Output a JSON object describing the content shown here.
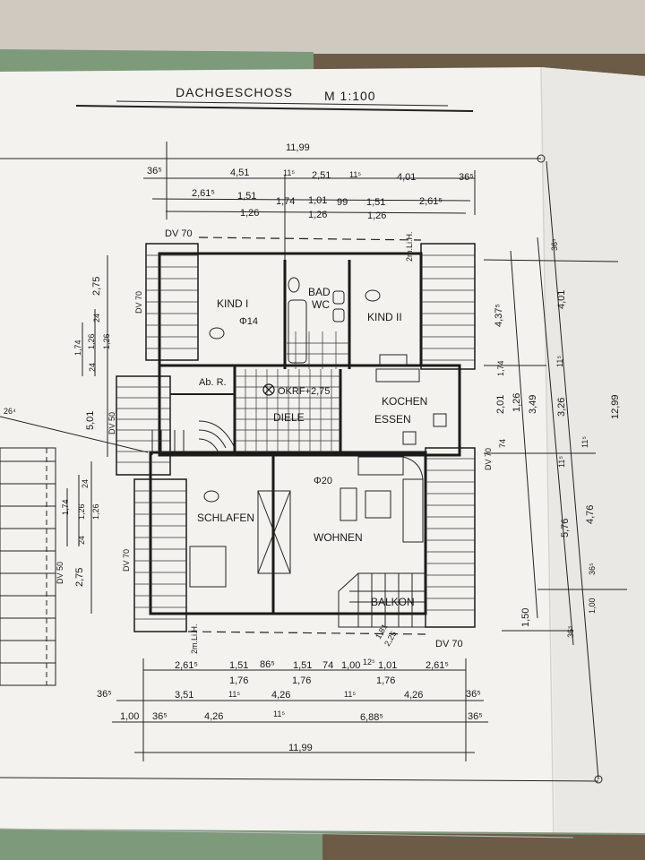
{
  "title": {
    "heading": "DACHGESCHOSS",
    "scale": "M  1:100"
  },
  "rooms": {
    "kind1": "KIND I",
    "bad": "BAD",
    "wc": "WC",
    "kind2": "KIND II",
    "abr": "Ab. R.",
    "diele": "DIELE",
    "okrf": "OKRF+2,75",
    "kochen": "KOCHEN",
    "essen": "ESSEN",
    "schlafen": "SCHLAFEN",
    "wohnen": "WOHNEN",
    "balkon": "BALKON",
    "phi14": "Φ14",
    "phi20": "Φ20"
  },
  "notes": {
    "dv70_top": "DV 70",
    "dv70_left_upper": "DV 70",
    "dv50_left": "DV 50",
    "dv70_left_lower": "DV 70",
    "dv70_right": "DV 70",
    "dv70_bottom": "DV 70",
    "dv50_far_left": "DV 50",
    "lh_top": "2m.Li.H.",
    "lh_bottom": "2m.Li.H.",
    "stair_264": "26⁴",
    "balkon_dim_a": "1,81",
    "balkon_dim_b": "2,25"
  },
  "dims_top": {
    "total": "11,99",
    "r1": [
      "36⁵",
      "4,51",
      "11⁵",
      "2,51",
      "11⁵",
      "4,01",
      "36⁵"
    ],
    "r2": [
      "2,61⁵",
      "1,51",
      "1,74",
      "1,01",
      "99",
      "1,51",
      "2,61⁵"
    ],
    "r3": [
      "1,26",
      "1,26",
      "1,26"
    ]
  },
  "dims_bottom": {
    "r1": [
      "2,61⁵",
      "1,51",
      "86⁵",
      "1,51",
      "74",
      "1,00",
      "12⁵",
      "1,01",
      "2,61⁵"
    ],
    "r1b": [
      "1,76",
      "1,76",
      "1,76"
    ],
    "r2": [
      "36⁵",
      "3,51",
      "11⁵",
      "4,26",
      "11⁵",
      "4,26",
      "36⁵"
    ],
    "r3": [
      "1,00",
      "36⁵",
      "4,26",
      "11⁵",
      "6,88⁵",
      "36⁵"
    ],
    "total": "11,99"
  },
  "dims_left": {
    "a": [
      "2,75",
      "24",
      "1,26",
      "1,26",
      "24",
      "1,74"
    ],
    "mid": "5,01",
    "b": [
      "24",
      "1,74",
      "1,26",
      "1,26",
      "24",
      "2,75"
    ]
  },
  "dims_right": {
    "a": [
      "36⁵",
      "4,01",
      "4,37⁵",
      "11⁵",
      "1,74",
      "2,01",
      "1,26",
      "3,49",
      "3,26",
      "74",
      "11⁵"
    ],
    "total": "12,99",
    "b": [
      "11⁵",
      "5,76",
      "4,76",
      "36⁵",
      "1,00",
      "36⁵",
      "1,50"
    ]
  }
}
